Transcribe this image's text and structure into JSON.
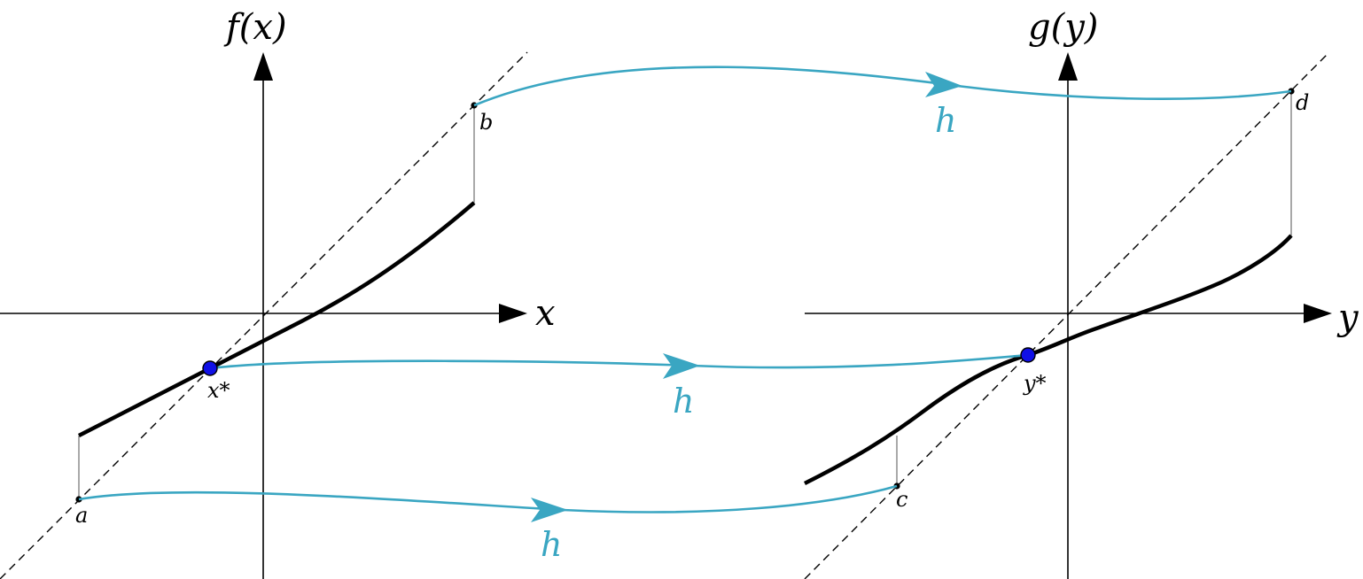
{
  "left_plot": {
    "y_axis_label": "f(x)",
    "x_axis_label": "x",
    "points": {
      "a": "a",
      "b": "b",
      "fixed": "x*"
    }
  },
  "right_plot": {
    "y_axis_label": "g(y)",
    "x_axis_label": "y",
    "points": {
      "c": "c",
      "d": "d",
      "fixed": "y*"
    }
  },
  "mapping_label": "h",
  "colors": {
    "mapping": "#3aa6c2",
    "function": "#000000",
    "fixed_point": "#1010e6",
    "guide": "#8c8c8c"
  }
}
